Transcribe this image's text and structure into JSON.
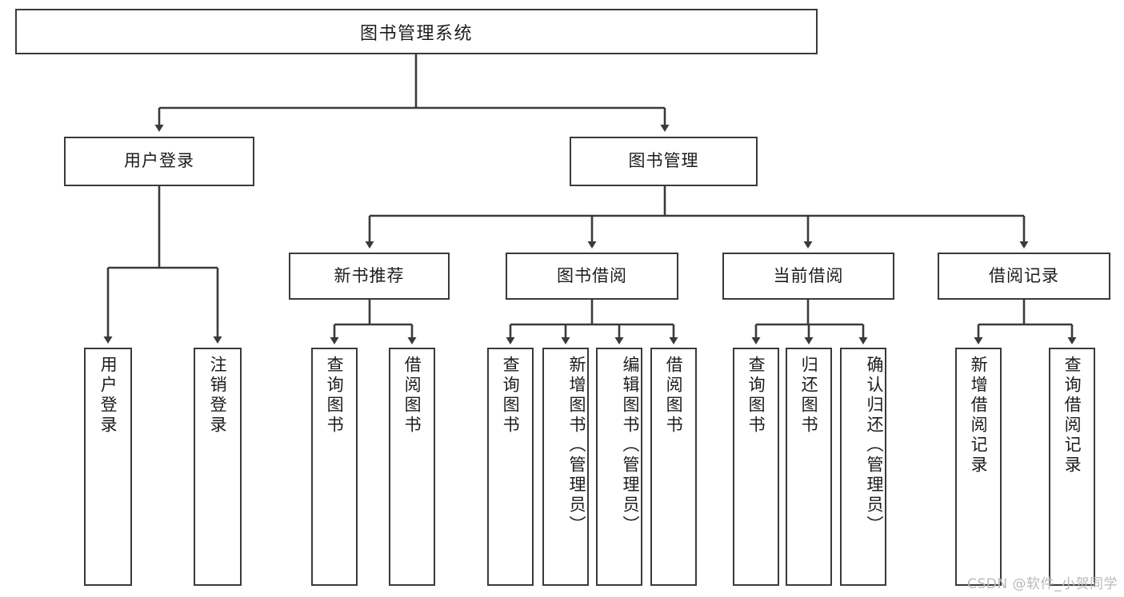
{
  "diagram": {
    "type": "tree",
    "title_label": "图书管理系统",
    "watermark": "CSDN @软件_小贺同学",
    "colors": {
      "stroke": "#3a3a3a",
      "fill": "#ffffff",
      "text": "#1c1c1c",
      "watermark": "#b9b9b9"
    },
    "levels": {
      "level1": [
        {
          "id": "root",
          "label": "图书管理系统"
        }
      ],
      "level2": [
        {
          "id": "user-login",
          "label": "用户登录"
        },
        {
          "id": "book-manage",
          "label": "图书管理"
        }
      ],
      "level3": [
        {
          "id": "new-book-rec",
          "label": "新书推荐"
        },
        {
          "id": "book-borrow",
          "label": "图书借阅"
        },
        {
          "id": "current-borrow",
          "label": "当前借阅"
        },
        {
          "id": "borrow-record",
          "label": "借阅记录"
        }
      ],
      "level4": [
        {
          "id": "leaf-user-login",
          "label": "用户登录",
          "parent": "user-login"
        },
        {
          "id": "leaf-logout",
          "label": "注销登录",
          "parent": "user-login"
        },
        {
          "id": "leaf-query-book-1",
          "label": "查询图书",
          "parent": "new-book-rec"
        },
        {
          "id": "leaf-borrow-book-1",
          "label": "借阅图书",
          "parent": "new-book-rec"
        },
        {
          "id": "leaf-query-book-2",
          "label": "查询图书",
          "parent": "book-borrow"
        },
        {
          "id": "leaf-add-book",
          "label": "新增图书（管理员）",
          "parent": "book-borrow"
        },
        {
          "id": "leaf-edit-book",
          "label": "编辑图书（管理员）",
          "parent": "book-borrow"
        },
        {
          "id": "leaf-borrow-book-2",
          "label": "借阅图书",
          "parent": "book-borrow"
        },
        {
          "id": "leaf-query-book-3",
          "label": "查询图书",
          "parent": "current-borrow"
        },
        {
          "id": "leaf-return-book",
          "label": "归还图书",
          "parent": "current-borrow"
        },
        {
          "id": "leaf-confirm-return",
          "label": "确认归还（管理员）",
          "parent": "current-borrow"
        },
        {
          "id": "leaf-add-record",
          "label": "新增借阅记录",
          "parent": "borrow-record"
        },
        {
          "id": "leaf-query-record",
          "label": "查询借阅记录",
          "parent": "borrow-record"
        }
      ]
    }
  }
}
